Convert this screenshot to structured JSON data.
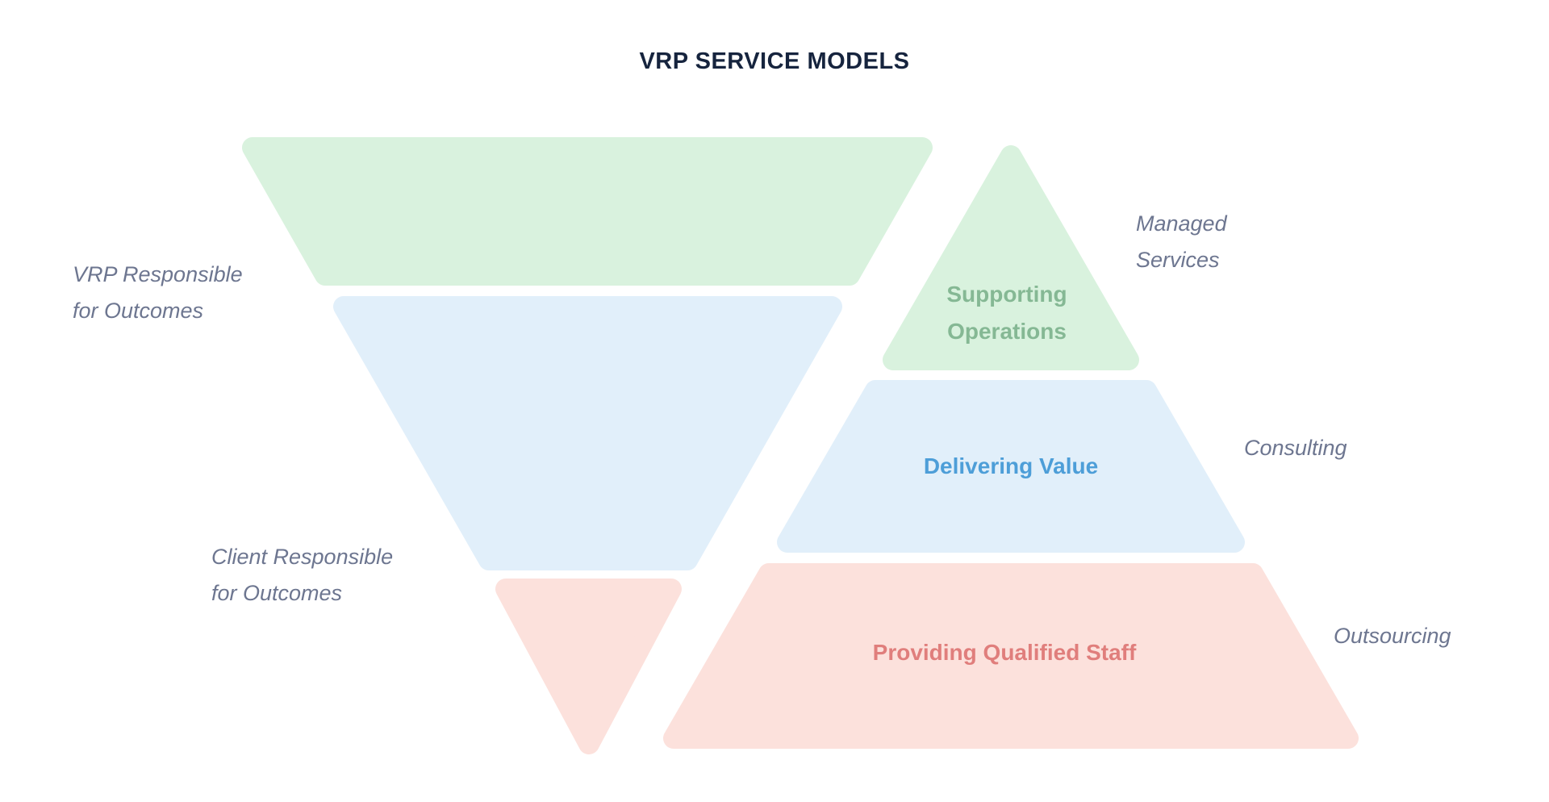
{
  "title": "VRP SERVICE MODELS",
  "colors": {
    "green-fill": "#d9f2de",
    "blue-fill": "#e1effa",
    "pink-fill": "#fce1dc",
    "green-text": "#85b894",
    "blue-text": "#4d9ed8",
    "red-text": "#e07e7c",
    "side-label-color": "#6d7690",
    "title-color": "#16243e"
  },
  "funnel": {
    "description": "inverted triangle - responsibility split",
    "side_labels": {
      "vrp": "VRP Responsible\nfor Outcomes",
      "client": "Client Responsible\nfor Outcomes"
    },
    "layers": [
      {
        "name": "top",
        "color_key": "green-fill"
      },
      {
        "name": "middle",
        "color_key": "blue-fill"
      },
      {
        "name": "bottom",
        "color_key": "pink-fill"
      }
    ]
  },
  "pyramid": {
    "description": "upright triangle - VRP service models",
    "layers": [
      {
        "label": "Supporting\nOperations",
        "side_label": "Managed\nServices",
        "color_key": "green-fill",
        "text_color_key": "green-text"
      },
      {
        "label": "Delivering Value",
        "side_label": "Consulting",
        "color_key": "blue-fill",
        "text_color_key": "blue-text"
      },
      {
        "label": "Providing Qualified Staff",
        "side_label": "Outsourcing",
        "color_key": "pink-fill",
        "text_color_key": "red-text"
      }
    ]
  }
}
